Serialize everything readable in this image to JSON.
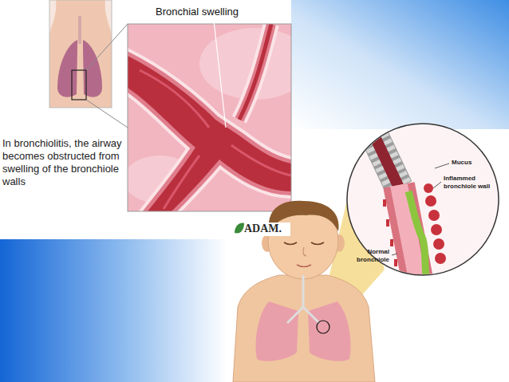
{
  "diagram": {
    "caption": "In bronchiolitis, the airway becomes obstructed from swelling of the bronchiole walls",
    "labels": [
      "Bronchial swelling",
      "ADAM.",
      "Mucus",
      "Inflammed bronchiole wall",
      "Normal bronchiole"
    ]
  }
}
